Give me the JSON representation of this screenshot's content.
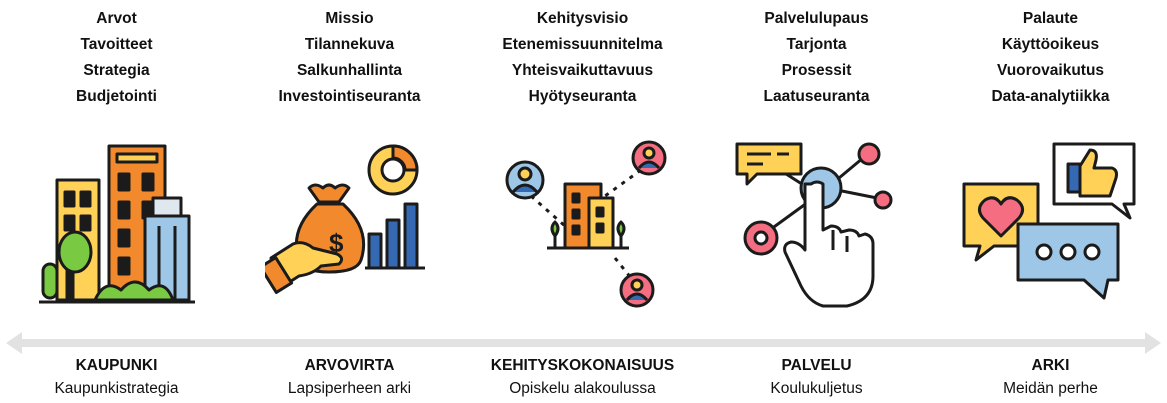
{
  "columns": [
    {
      "terms": [
        "Arvot",
        "Tavoitteet",
        "Strategia",
        "Budjetointi"
      ],
      "icon": "city-buildings-icon",
      "title": "KAUPUNKI",
      "subtitle": "Kaupunkistrategia"
    },
    {
      "terms": [
        "Missio",
        "Tilannekuva",
        "Salkunhallinta",
        "Investointiseuranta"
      ],
      "icon": "money-bag-chart-icon",
      "title": "ARVOVIRTA",
      "subtitle": "Lapsiperheen arki"
    },
    {
      "terms": [
        "Kehitysvisio",
        "Etenemissuunnitelma",
        "Yhteisvaikuttavuus",
        "Hyötyseuranta"
      ],
      "icon": "network-building-people-icon",
      "title": "KEHITYSKOKONAISUUS",
      "subtitle": "Opiskelu alakoulussa"
    },
    {
      "terms": [
        "Palvelulupaus",
        "Tarjonta",
        "Prosessit",
        "Laatuseuranta"
      ],
      "icon": "touch-service-icon",
      "title": "PALVELU",
      "subtitle": "Koulukuljetus"
    },
    {
      "terms": [
        "Palaute",
        "Käyttöoikeus",
        "Vuorovaikutus",
        "Data-analytiikka"
      ],
      "icon": "feedback-speech-bubbles-icon",
      "title": "ARKI",
      "subtitle": "Meidän perhe"
    }
  ],
  "colors": {
    "arrow": "#e2e2e2",
    "yellow": "#ffd257",
    "orange": "#f28a2d",
    "blue": "#3569b4",
    "lightblue": "#9ec6e6",
    "green": "#7ac943",
    "pink": "#f46d80",
    "outline": "#1b1b1b"
  }
}
